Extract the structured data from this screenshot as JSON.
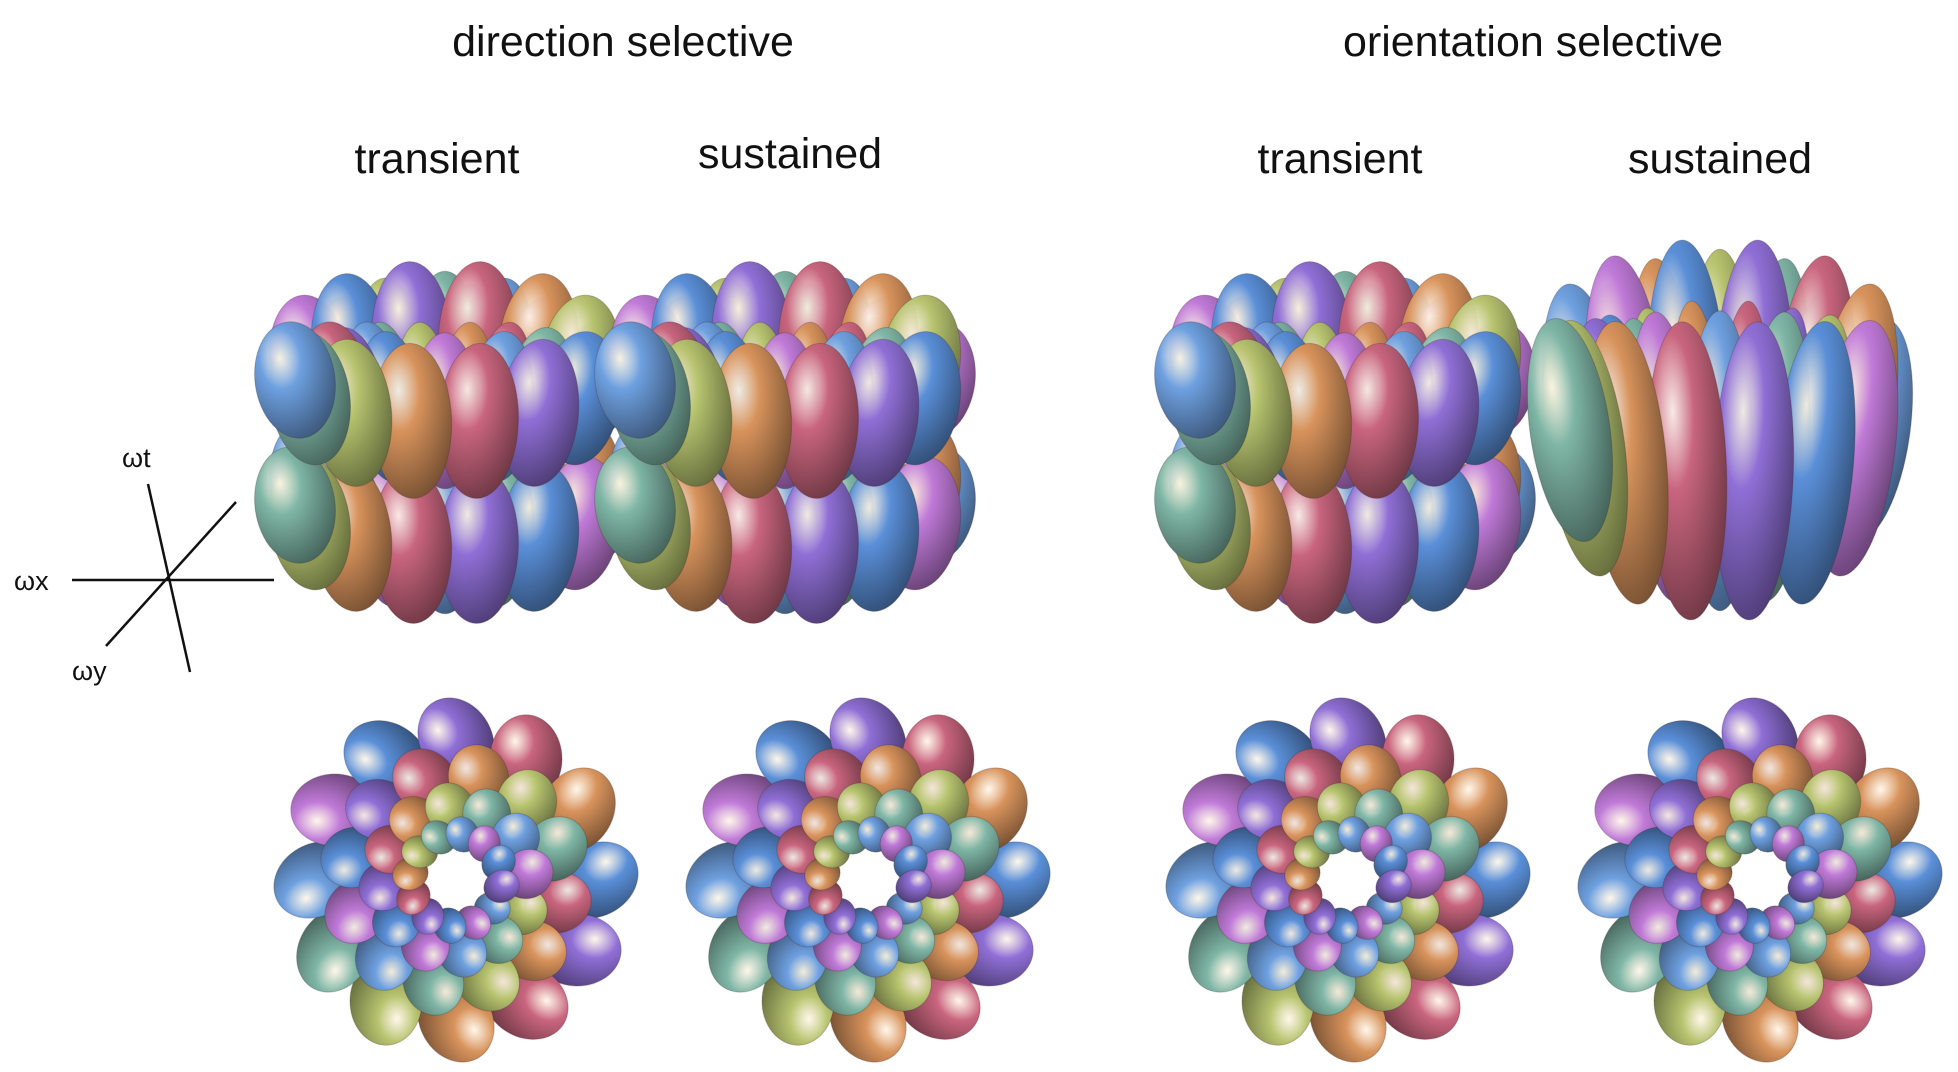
{
  "groups": [
    {
      "title": "direction selective",
      "columns": [
        {
          "label": "transient"
        },
        {
          "label": "sustained"
        }
      ]
    },
    {
      "title": "orientation selective",
      "columns": [
        {
          "label": "transient"
        },
        {
          "label": "sustained"
        }
      ]
    }
  ],
  "axes": {
    "t": "ωt",
    "x": "ωx",
    "y": "ωy"
  },
  "palette": [
    "#5a8fd8",
    "#8f6fd6",
    "#c9657e",
    "#d8935c",
    "#b7c46f",
    "#7fb6a6",
    "#6ea0e0",
    "#c07ad8"
  ]
}
